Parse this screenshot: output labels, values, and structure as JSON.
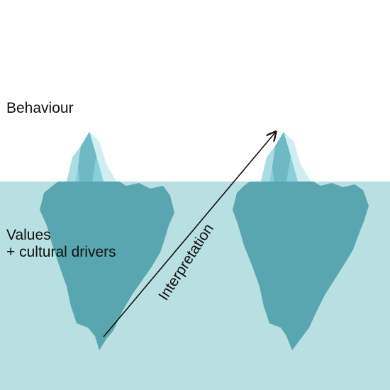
{
  "labels": {
    "behaviour": "Behaviour",
    "values_line1": "Values",
    "values_line2": "+ cultural drivers",
    "interpretation": "Interpretation"
  },
  "colors": {
    "background": "#ffffff",
    "water": "#b8dfe2",
    "ice_submerged": "#5aa6b0",
    "ice_tip_light": "#a9dde3",
    "ice_tip_mid": "#8acfd8",
    "ice_tip_dark": "#6fb9c4",
    "ice_tip_highlight": "#cfeef1",
    "arrow": "#111111",
    "text": "#111111"
  },
  "icons": {
    "left_iceberg": "iceberg-icon",
    "right_iceberg": "iceberg-icon",
    "interpretation_arrow": "arrow-up-right-icon"
  }
}
